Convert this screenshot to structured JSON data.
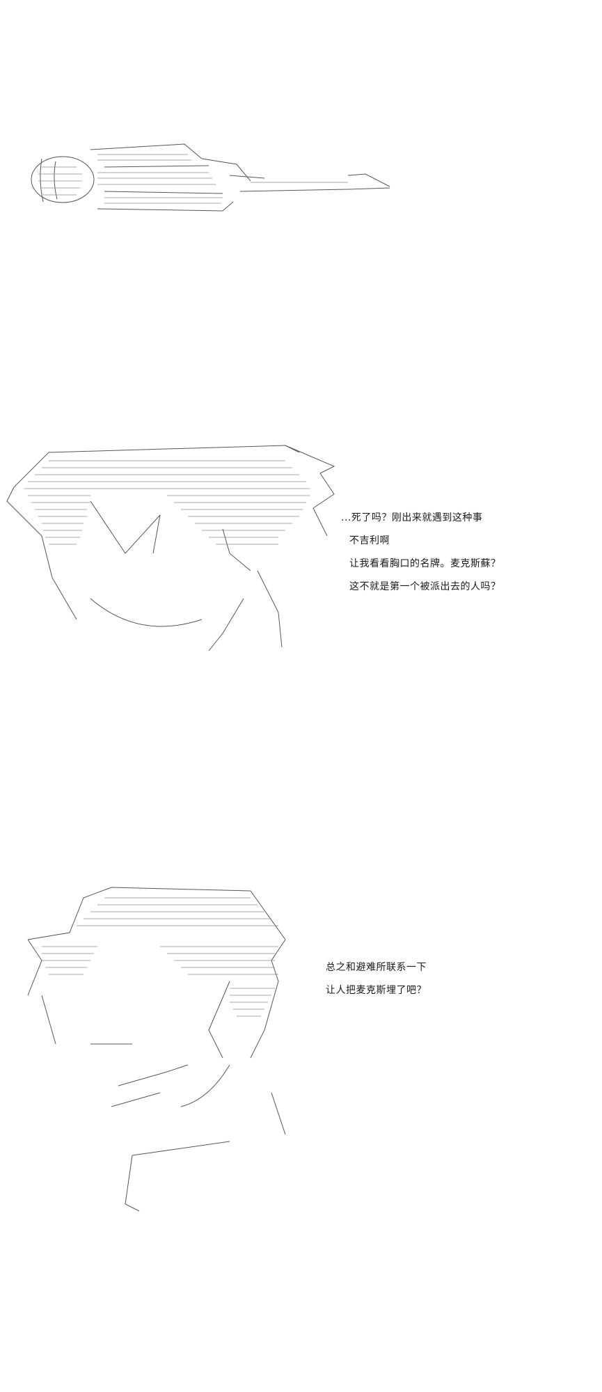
{
  "panels": [
    {
      "lines": []
    },
    {
      "lines": [
        "...死了吗？刚出来就遇到这种事",
        "不吉利啊",
        "让我看看胸口的名牌。麦克斯蘇？",
        "这不就是第一个被派出去的人吗？"
      ]
    },
    {
      "lines": [
        "总之和避难所联系一下",
        "让人把麦克斯埋了吧？"
      ]
    }
  ]
}
